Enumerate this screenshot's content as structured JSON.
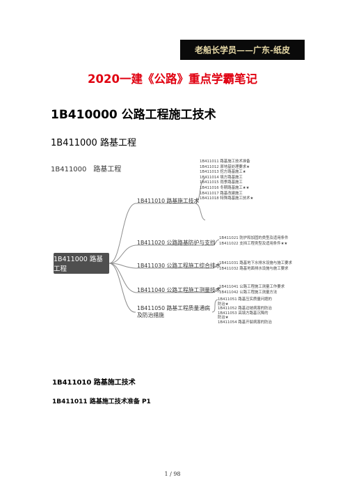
{
  "banner": {
    "text": "老船长学员——广东-纸皮"
  },
  "doc_title": "2020一建《公路》重点学霸笔记",
  "heading_main": "1B410000 公路工程施工技术",
  "heading_sub": "1B411000 路基工程",
  "mindmap": {
    "top_label": "1B411000　路基工程",
    "center": "1B411000 路基工程",
    "branches": [
      {
        "label": "1B411010 路基施工技术",
        "items": [
          "1B411011 路基施工技术准备",
          "1B411012 原地基处理要求★",
          "1B411013 挖方路基施工★",
          "1B411014 填方路基施工",
          "1B411015 雨季路基施工",
          "1B411016 冬期路基施工★★",
          "1B411017 路基改建施工",
          "1B411018 特殊路基施工技术★"
        ]
      },
      {
        "label": "1B411020 公路路基防护与支挡",
        "items": [
          "1B411021 防护和加固的类型及适用条件",
          "1B411022 支挡工程类型及适用条件★★"
        ]
      },
      {
        "label": "1B411030 公路工程施工综合排水",
        "items": [
          "1B411031 路基地下水排水设施与施工要求",
          "1B411032 路基地面排水设施与施工要求"
        ]
      },
      {
        "label": "1B411040 公路工程施工测量技术",
        "items": [
          "1B411041 公路工程施工测量工作要求",
          "1B411042 公路工程施工测量方法"
        ]
      },
      {
        "label": "1B411050 路基工程质量通病及防治措施",
        "items": [
          "1B411051 路基压实质量问题的",
          "防治★",
          "1B411052 路基边坡病害的防治",
          "1B411053 高填方路基沉降的",
          "防治★",
          "1B411054 路基开裂病害的防治"
        ]
      }
    ]
  },
  "section_1": "1B411010 路基施工技术",
  "section_2": "1B411011 路基施工技术准备 P1",
  "pager": "1 / 98"
}
